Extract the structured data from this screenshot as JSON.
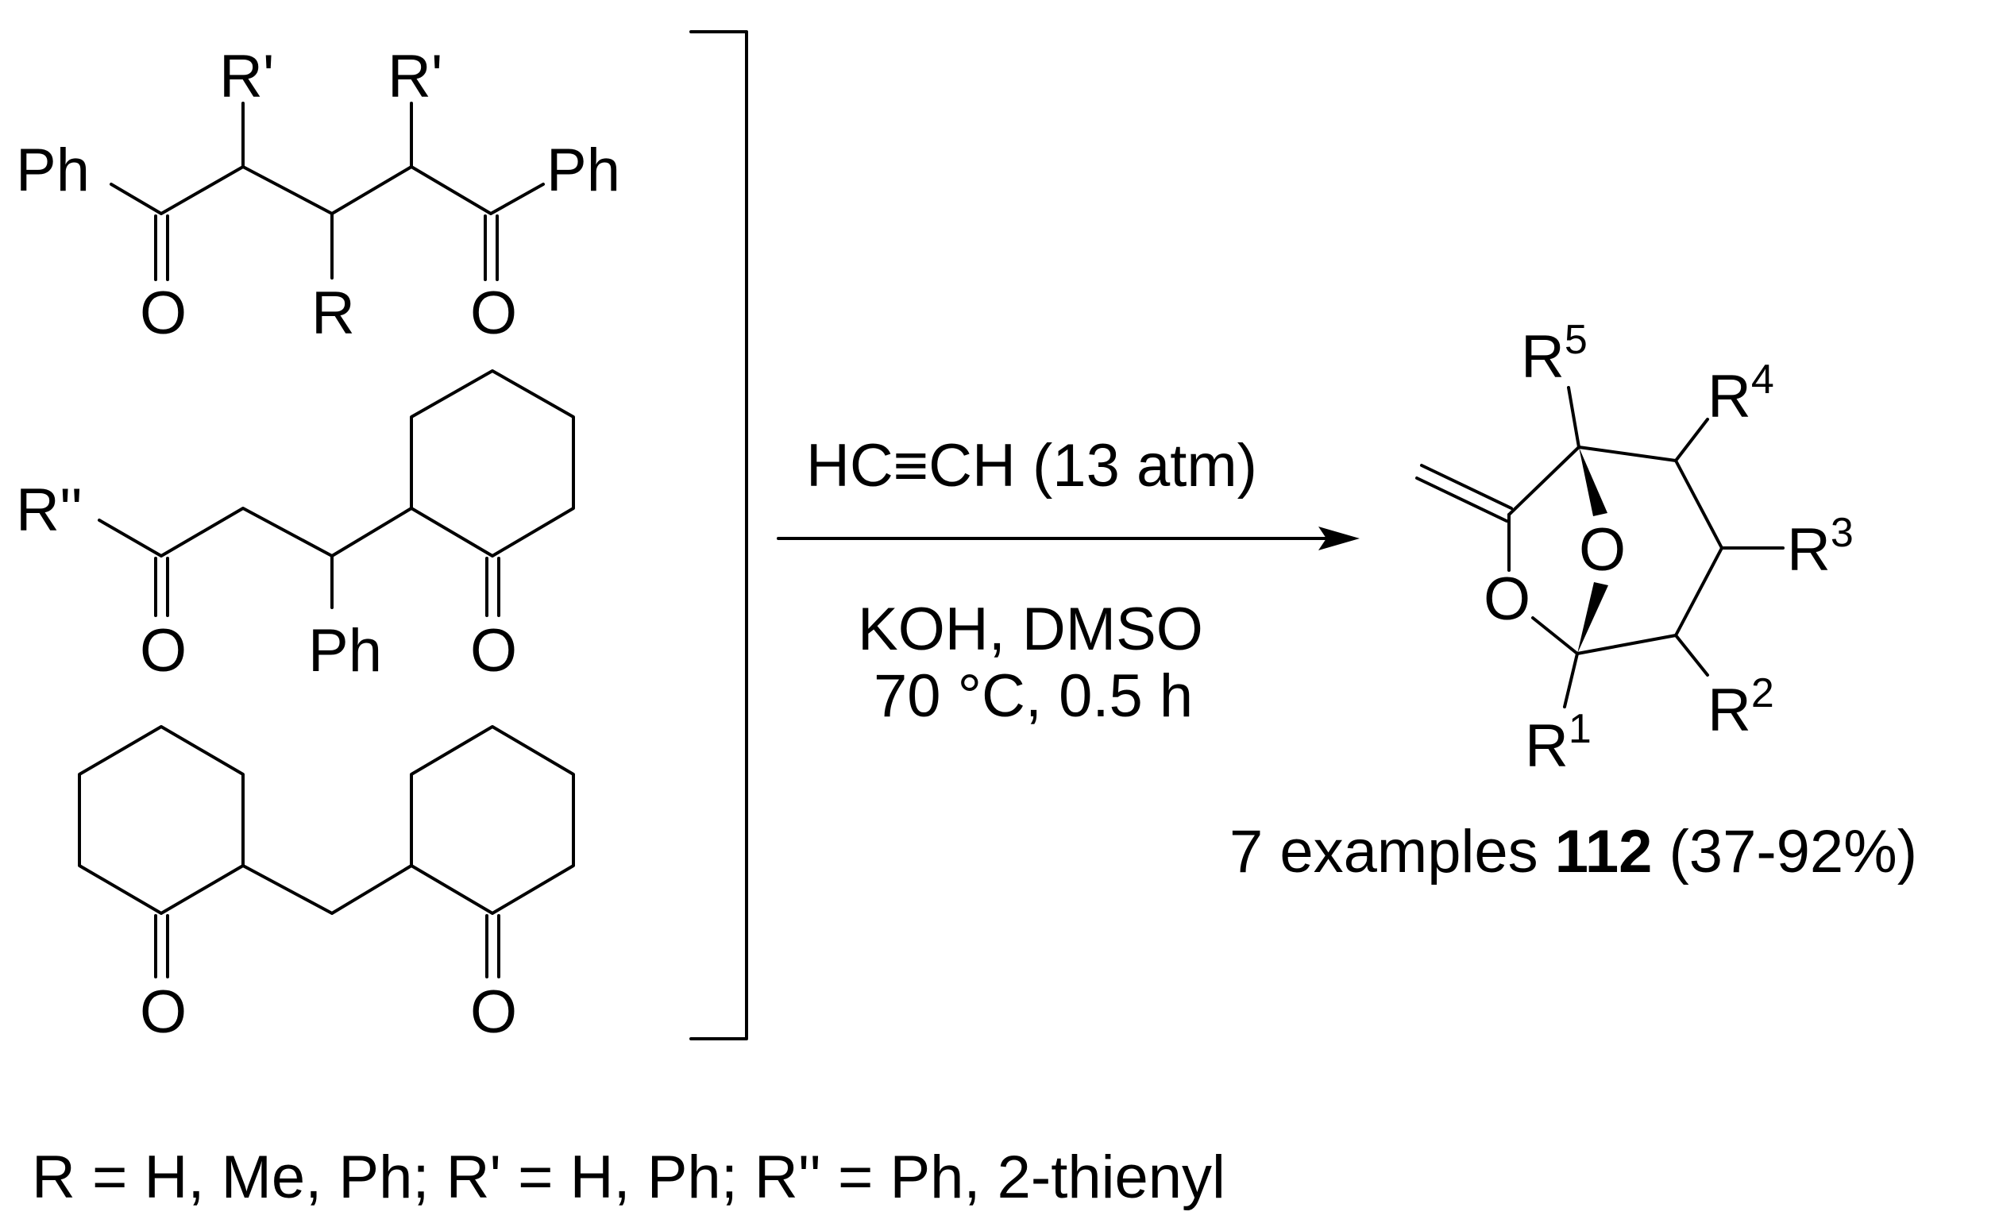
{
  "starting_materials": {
    "diketone": {
      "ph_left": "Ph",
      "ph_right": "Ph",
      "r_prime_left": "R'",
      "r_prime_right": "R'",
      "r_center": "R",
      "o_left": "O",
      "o_right": "O"
    },
    "cyclohexanone_ketone": {
      "r_double_prime": "R''",
      "o_left": "O",
      "ph": "Ph",
      "o_ring": "O"
    },
    "bis_cyclohexanone": {
      "o_left": "O",
      "o_right": "O"
    }
  },
  "reaction": {
    "reagent": "HC≡CH (13 atm)",
    "conditions_line1": "KOH, DMSO",
    "conditions_line2": "70 °C, 0.5 h"
  },
  "product": {
    "r5": "R",
    "r5_sup": "5",
    "r4": "R",
    "r4_sup": "4",
    "r3": "R",
    "r3_sup": "3",
    "r2": "R",
    "r2_sup": "2",
    "r1": "R",
    "r1_sup": "1",
    "bridge_o": "O",
    "ring_o": "O",
    "yield_prefix": "7 examples ",
    "compound_number": "112",
    "yield_range": " (37-92%)"
  },
  "footnote": "R = H, Me, Ph; R' = H, Ph; R'' = Ph, 2-thienyl"
}
